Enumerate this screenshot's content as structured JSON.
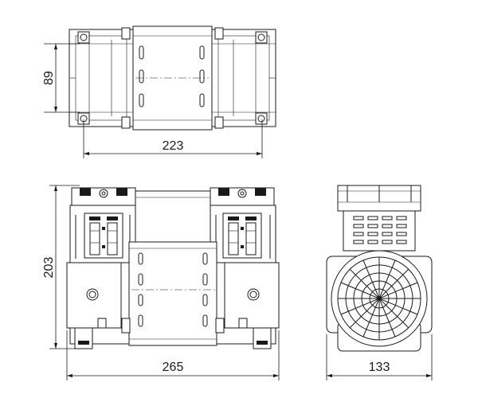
{
  "drawing": {
    "dimensions": {
      "top_width": "223",
      "top_depth": "89",
      "front_height": "203",
      "front_width": "265",
      "side_width": "133"
    },
    "colors": {
      "line": "#1a1a1a",
      "background": "#ffffff"
    }
  }
}
